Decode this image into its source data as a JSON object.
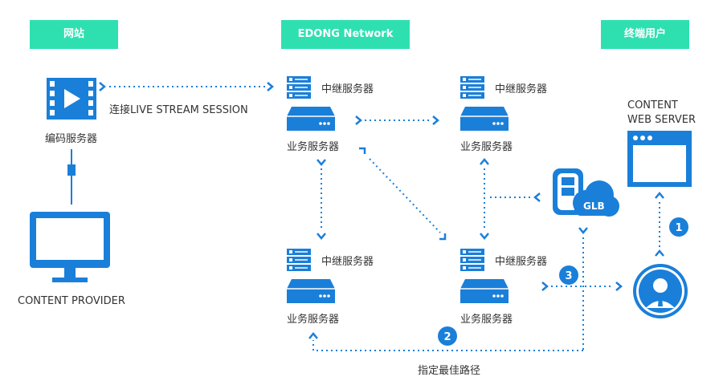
{
  "headers": {
    "website": "网站",
    "network": "EDONG Network",
    "end_user": "终端用户"
  },
  "labels": {
    "encoder_server": "编码服务器",
    "live_session": "连接LIVE STREAM SESSION",
    "content_provider": "CONTENT PROVIDER",
    "relay_server": "中继服务器",
    "business_server": "业务服务器",
    "content_web_server_line1": "CONTENT",
    "content_web_server_line2": "WEB SERVER",
    "glb": "GLB",
    "best_path": "指定最佳路径"
  },
  "steps": [
    "1",
    "2",
    "3"
  ],
  "colors": {
    "header_bg": "#2ee0b0",
    "primary_blue": "#1a7fd9",
    "text": "#333333"
  }
}
